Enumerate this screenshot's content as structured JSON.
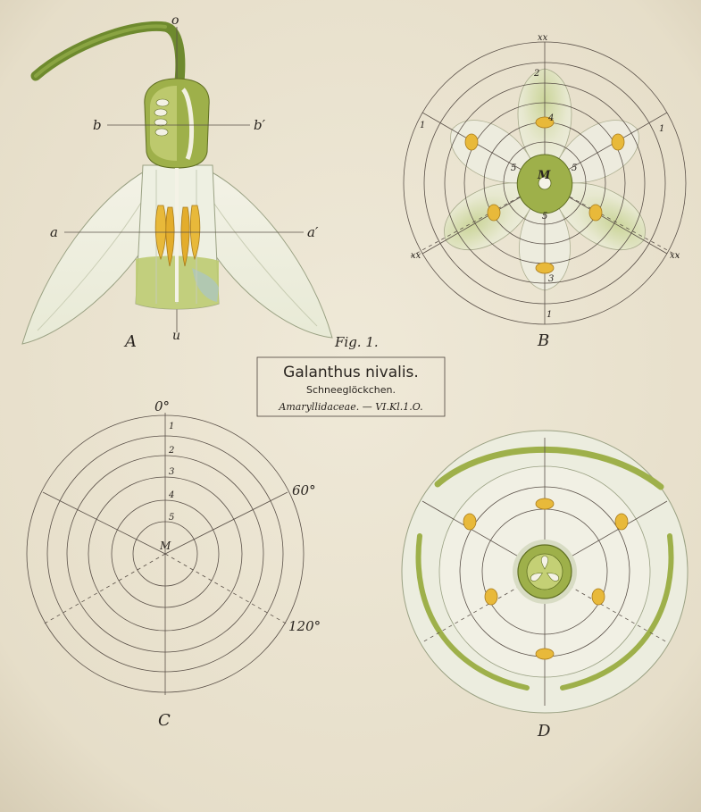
{
  "plate": {
    "figure_number": "Fig. 1.",
    "title": "Galanthus nivalis.",
    "common_name": "Schneeglöckchen.",
    "family": "Amaryllidaceae. — VI.Kl.1.O."
  },
  "panels": {
    "A": {
      "label": "A",
      "axis_top": "o",
      "axis_bottom": "u",
      "line_b_left": "b",
      "line_b_right": "b′",
      "line_a_left": "a",
      "line_a_right": "a′"
    },
    "B": {
      "label": "B",
      "center": "M",
      "mark_xx": "xx",
      "ring_numbers": [
        "1",
        "2",
        "3",
        "4",
        "5"
      ]
    },
    "C": {
      "label": "C",
      "center": "M",
      "angle_0": "0°",
      "angle_60": "60°",
      "angle_120": "120°",
      "ring_numbers": [
        "1",
        "2",
        "3",
        "4",
        "5"
      ]
    },
    "D": {
      "label": "D"
    }
  },
  "colors": {
    "paper": "#e9e2d0",
    "petal_green": "#b8c67a",
    "ovary_green": "#9eb04a",
    "anther_yellow": "#e8b93a",
    "stem_green": "#6e8a2e"
  }
}
